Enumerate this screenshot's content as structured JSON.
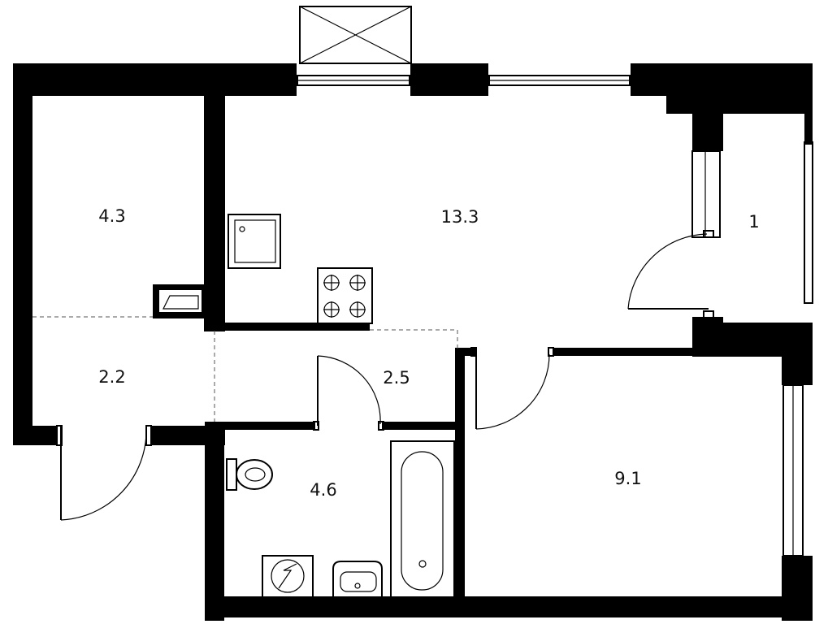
{
  "floor_plan": {
    "rooms": [
      {
        "id": "storage",
        "area_label": "4.3"
      },
      {
        "id": "living-kitchen",
        "area_label": "13.3"
      },
      {
        "id": "balcony",
        "area_label": "1"
      },
      {
        "id": "entry-hall",
        "area_label": "2.2"
      },
      {
        "id": "corridor",
        "area_label": "2.5"
      },
      {
        "id": "bathroom",
        "area_label": "4.6"
      },
      {
        "id": "bedroom",
        "area_label": "9.1"
      }
    ]
  }
}
